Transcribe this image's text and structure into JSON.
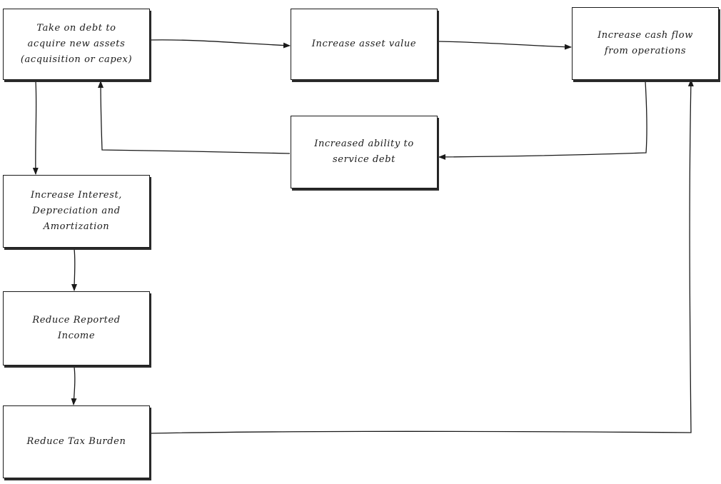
{
  "diagram": {
    "type": "flowchart",
    "nodes": [
      {
        "id": "take_on_debt",
        "label": "Take on debt to\nacquire new assets\n(acquisition or capex)"
      },
      {
        "id": "increase_asset_value",
        "label": "Increase asset value"
      },
      {
        "id": "increase_cash_flow",
        "label": "Increase cash flow\nfrom operations"
      },
      {
        "id": "increased_ability",
        "label": "Increased ability to\nservice debt"
      },
      {
        "id": "increase_interest",
        "label": "Increase Interest,\nDepreciation and\nAmortization"
      },
      {
        "id": "reduce_income",
        "label": "Reduce Reported\nIncome"
      },
      {
        "id": "reduce_tax",
        "label": "Reduce Tax Burden"
      }
    ],
    "edges": [
      {
        "from": "take_on_debt",
        "to": "increase_asset_value"
      },
      {
        "from": "increase_asset_value",
        "to": "increase_cash_flow"
      },
      {
        "from": "increase_cash_flow",
        "to": "increased_ability"
      },
      {
        "from": "increased_ability",
        "to": "take_on_debt"
      },
      {
        "from": "take_on_debt",
        "to": "increase_interest"
      },
      {
        "from": "increase_interest",
        "to": "reduce_income"
      },
      {
        "from": "reduce_income",
        "to": "reduce_tax"
      },
      {
        "from": "reduce_tax",
        "to": "increase_cash_flow"
      }
    ],
    "style": {
      "line_color": "#1a1a1a",
      "box_fill": "#ffffff",
      "background": "#ffffff"
    }
  }
}
